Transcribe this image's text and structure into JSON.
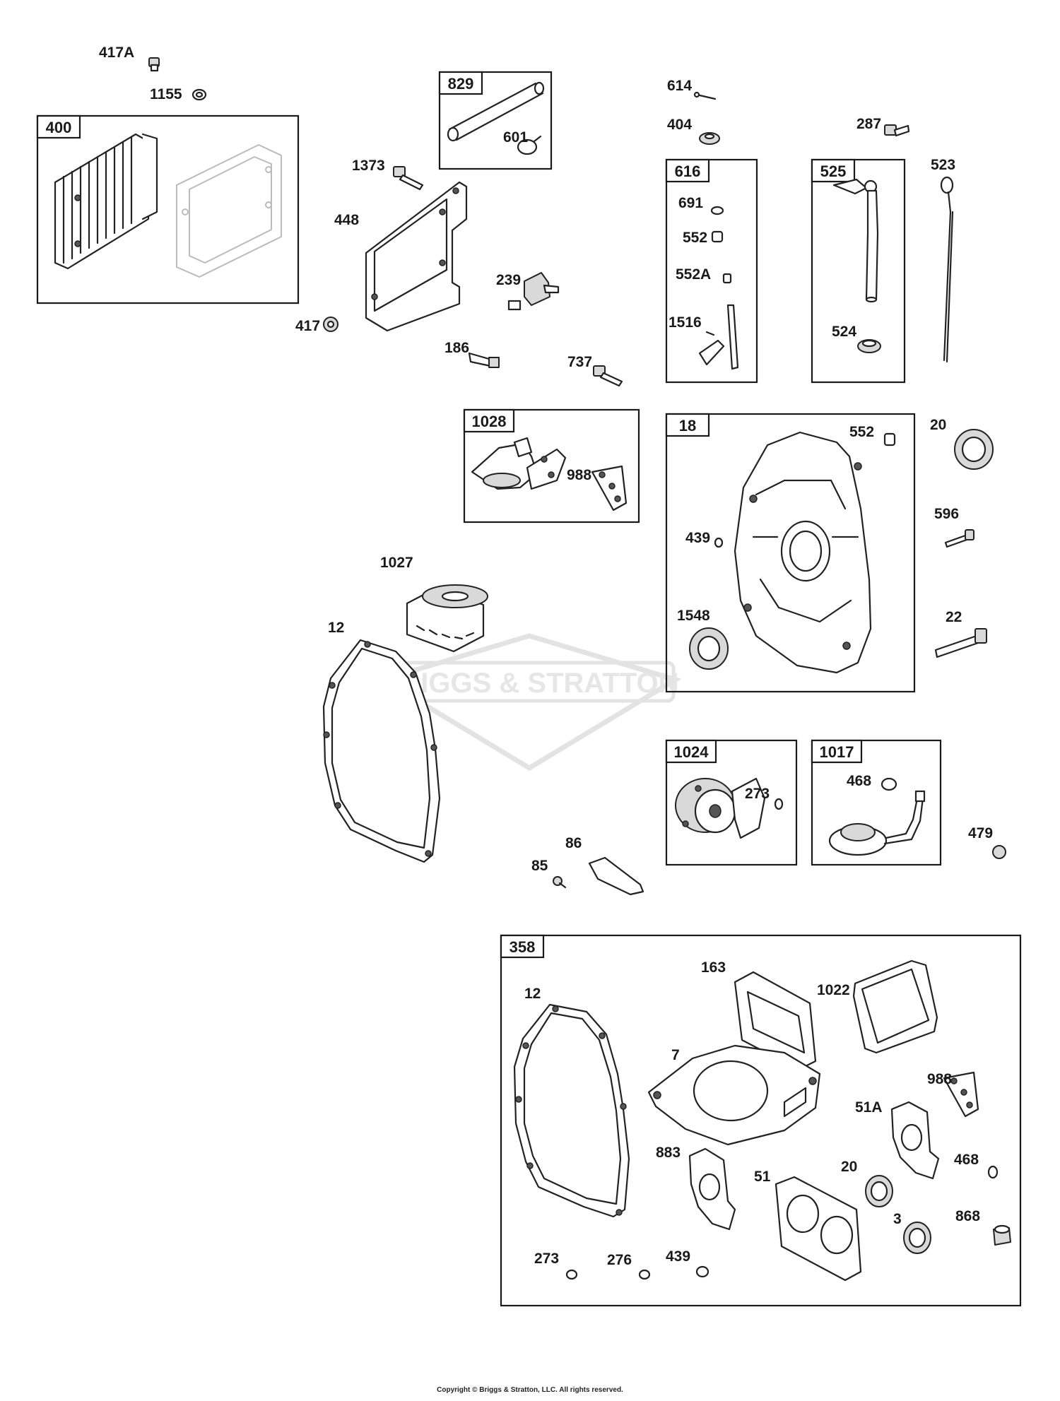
{
  "watermark": {
    "text": "BRIGGS & STRATTON"
  },
  "copyright": "Copyright © Briggs & Stratton, LLC. All rights reserved.",
  "groups": [
    {
      "id": "400",
      "label": "400"
    },
    {
      "id": "829",
      "label": "829"
    },
    {
      "id": "616",
      "label": "616"
    },
    {
      "id": "525",
      "label": "525"
    },
    {
      "id": "1028",
      "label": "1028"
    },
    {
      "id": "18",
      "label": "18"
    },
    {
      "id": "1024",
      "label": "1024"
    },
    {
      "id": "1017",
      "label": "1017"
    },
    {
      "id": "358",
      "label": "358"
    }
  ],
  "labels": [
    "417A",
    "1155",
    "601",
    "1373",
    "448",
    "239",
    "417",
    "186",
    "737",
    "614",
    "404",
    "691",
    "552",
    "552A",
    "1516",
    "287",
    "524",
    "523",
    "988",
    "552",
    "439",
    "1548",
    "20",
    "596",
    "22",
    "1027",
    "12",
    "273",
    "468",
    "479",
    "86",
    "85",
    "12",
    "163",
    "1022",
    "7",
    "988",
    "51A",
    "883",
    "20",
    "468",
    "51",
    "3",
    "868",
    "273",
    "276",
    "439"
  ]
}
